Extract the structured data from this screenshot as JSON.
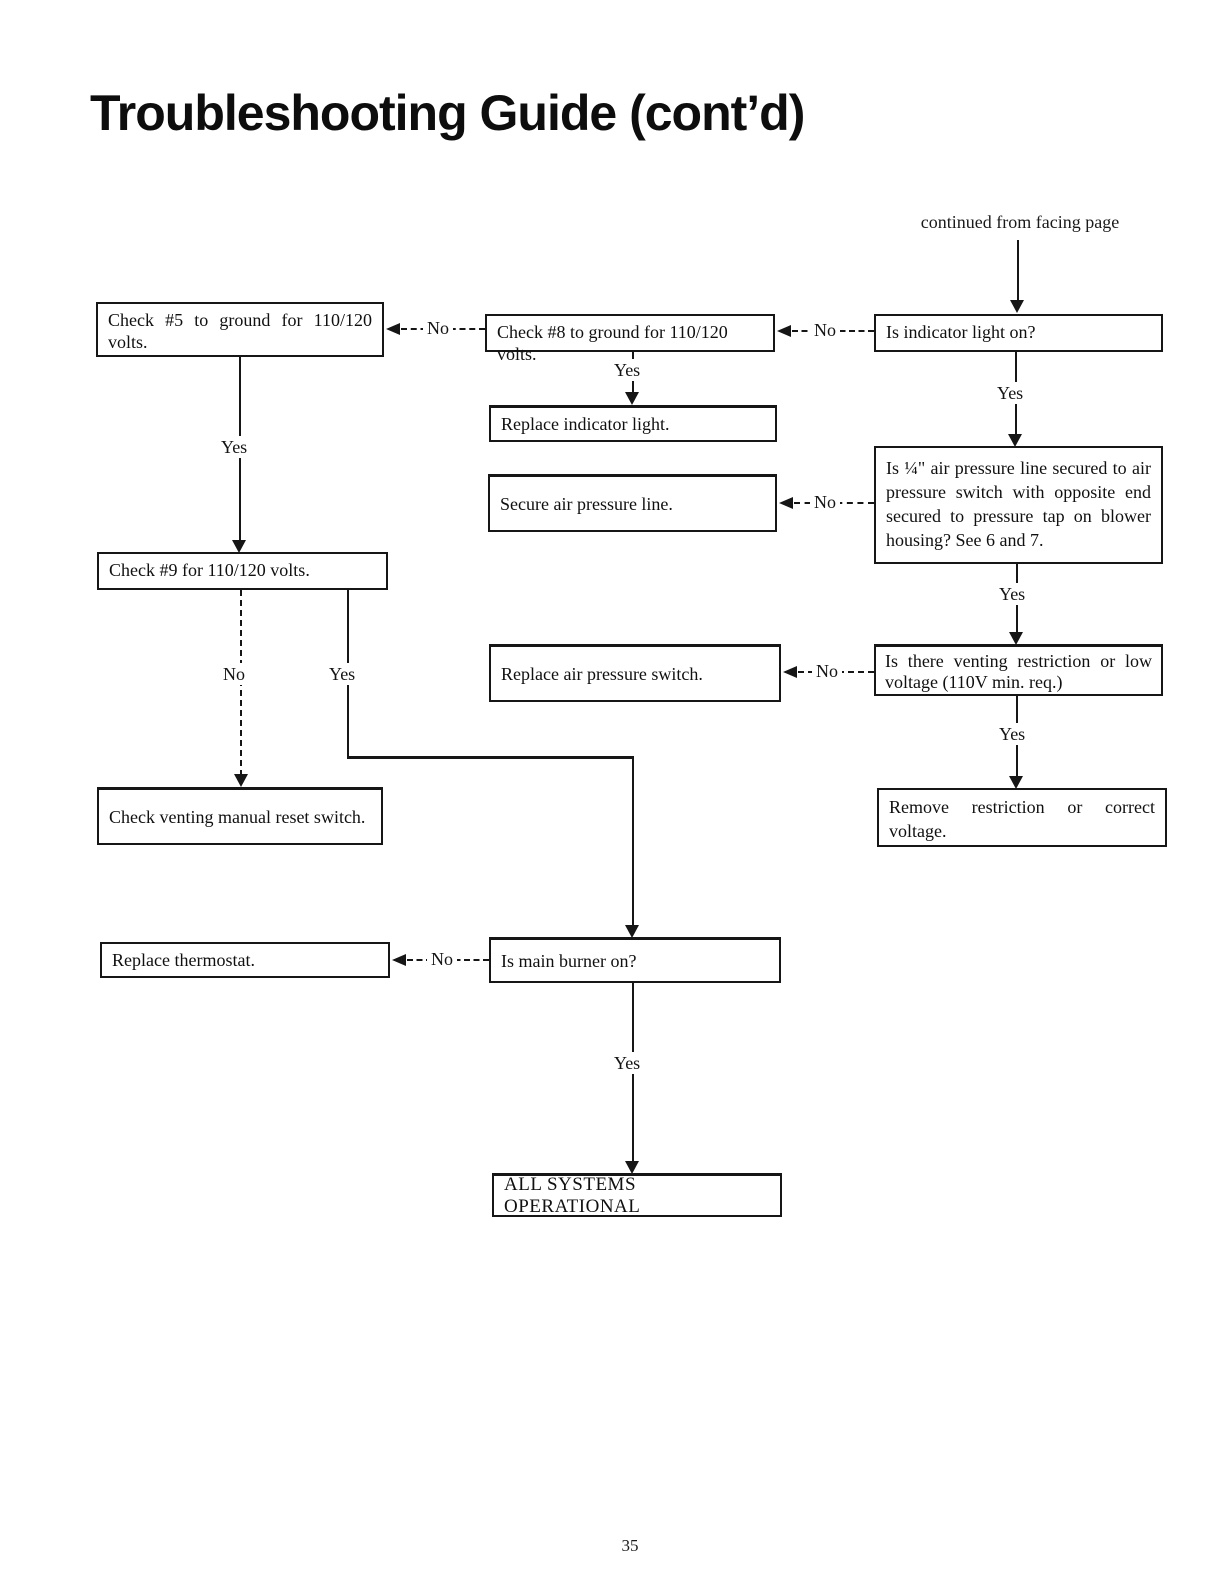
{
  "page": {
    "title": "Troubleshooting Guide (cont’d)",
    "continued_note": "continued from facing page",
    "page_number": "35"
  },
  "labels": {
    "yes": "Yes",
    "no": "No"
  },
  "nodes": {
    "check5": "Check #5 to ground for 110/120 volts.",
    "check8": "Check #8 to ground for 110/120 volts.",
    "indicator_q": "Is indicator light on?",
    "replace_indicator": "Replace indicator light.",
    "secure_line": "Secure air pressure line.",
    "air_line_q": "Is ¼\" air pressure line secured to air pressure switch with opposite end secured to pressure tap on blower housing? See 6 and 7.",
    "check9": "Check #9 for 110/120 volts.",
    "replace_air_switch": "Replace air pressure switch.",
    "venting_q": "Is there venting restriction or low voltage (110V min. req.)",
    "check_venting_switch": "Check venting manual reset switch.",
    "remove_restriction": "Remove restriction or correct voltage.",
    "replace_thermostat": "Replace thermostat.",
    "main_burner_q": "Is main burner on?",
    "all_systems": "ALL SYSTEMS OPERATIONAL"
  }
}
